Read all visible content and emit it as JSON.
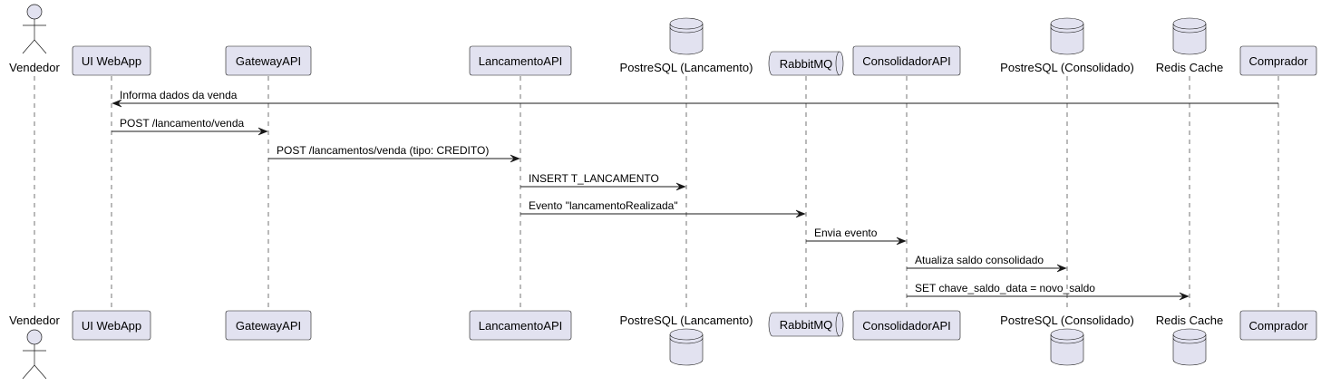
{
  "colors": {
    "participant_fill": "#e2e2f0",
    "participant_stroke": "#181818",
    "lifeline": "#181818",
    "arrow": "#181818"
  },
  "participants": [
    {
      "id": "vendedor",
      "label": "Vendedor",
      "kind": "actor",
      "icon": "actor-icon"
    },
    {
      "id": "ui",
      "label": "UI WebApp",
      "kind": "box",
      "icon": ""
    },
    {
      "id": "gateway",
      "label": "GatewayAPI",
      "kind": "box",
      "icon": ""
    },
    {
      "id": "lancamento",
      "label": "LancamentoAPI",
      "kind": "box",
      "icon": ""
    },
    {
      "id": "pg_lanc",
      "label": "PostreSQL (Lancamento)",
      "kind": "database",
      "icon": "database-icon"
    },
    {
      "id": "rabbit",
      "label": "RabbitMQ",
      "kind": "queue",
      "icon": "queue-icon"
    },
    {
      "id": "consolidador",
      "label": "ConsolidadorAPI",
      "kind": "box",
      "icon": ""
    },
    {
      "id": "pg_cons",
      "label": "PostreSQL (Consolidado)",
      "kind": "database",
      "icon": "database-icon"
    },
    {
      "id": "redis",
      "label": "Redis Cache",
      "kind": "database",
      "icon": "database-icon"
    },
    {
      "id": "comprador",
      "label": "Comprador",
      "kind": "box",
      "icon": ""
    }
  ],
  "messages": [
    {
      "from": "comprador",
      "to": "ui",
      "label": "Informa dados da venda"
    },
    {
      "from": "ui",
      "to": "gateway",
      "label": "POST /lancamento/venda"
    },
    {
      "from": "gateway",
      "to": "lancamento",
      "label": "POST /lancamentos/venda (tipo: CREDITO)"
    },
    {
      "from": "lancamento",
      "to": "pg_lanc",
      "label": "INSERT T_LANCAMENTO"
    },
    {
      "from": "lancamento",
      "to": "rabbit",
      "label": "Evento \"lancamentoRealizada\""
    },
    {
      "from": "rabbit",
      "to": "consolidador",
      "label": "Envia evento"
    },
    {
      "from": "consolidador",
      "to": "pg_cons",
      "label": "Atualiza saldo consolidado"
    },
    {
      "from": "consolidador",
      "to": "redis",
      "label": "SET chave_saldo_data = novo_saldo"
    }
  ]
}
